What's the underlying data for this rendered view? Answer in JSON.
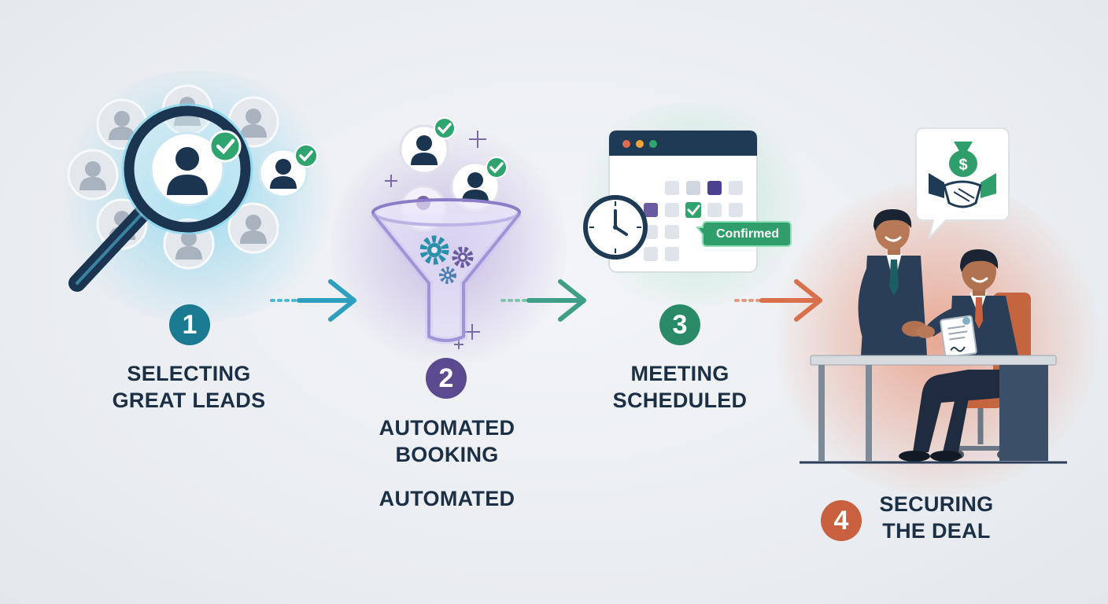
{
  "steps": [
    {
      "number": "1",
      "title": "SELECTING GREAT LEADS",
      "line1": "SELECTING",
      "line2": "GREAT LEADS",
      "color": "#1a7a91"
    },
    {
      "number": "2",
      "title": "AUTOMATED BOOKING",
      "line1": "AUTOMATED",
      "line2": "BOOKING",
      "extra": "AUTOMATED",
      "color": "#5c4a8f"
    },
    {
      "number": "3",
      "title": "MEETING SCHEDULED",
      "line1": "MEETING",
      "line2": "SCHEDULED",
      "color": "#2a8a68"
    },
    {
      "number": "4",
      "title": "SECURING THE DEAL",
      "line1": "SECURING",
      "line2": "THE DEAL",
      "color": "#c9603f"
    }
  ],
  "calendar": {
    "badge": "Confirmed"
  },
  "icons": [
    "magnifier-icon",
    "funnel-icon",
    "gear-icon",
    "calendar-icon",
    "clock-icon",
    "handshake-icon",
    "money-bag-icon",
    "arrow-right-icon",
    "check-icon"
  ],
  "colors": {
    "teal": "#1a7a91",
    "purple": "#5c4a8f",
    "green": "#2a8a68",
    "orange": "#c9603f",
    "navy": "#1b2f45"
  }
}
